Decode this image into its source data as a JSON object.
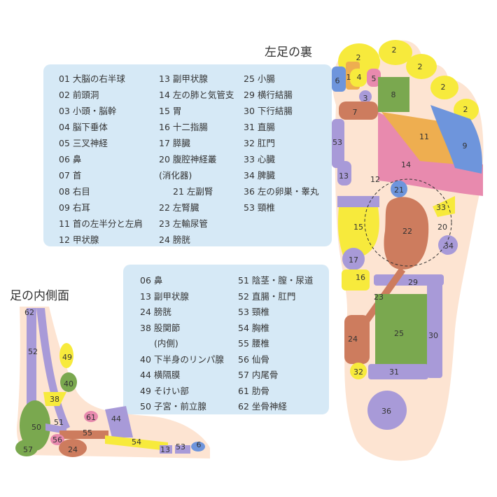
{
  "titles": {
    "sole": "左足の裏",
    "inner": "足の内側面"
  },
  "legend_sole": [
    "01 大脳の右半球",
    "02 前頭洞",
    "03 小頭・脳幹",
    "04 脳下垂体",
    "05 三叉神経",
    "06 鼻",
    "07 首",
    "08 右目",
    "09 右耳",
    "11 首の左半分と左肩",
    "12 甲状腺",
    "13 副甲状腺",
    "14 左の肺と気管支",
    "15 胃",
    "16 十二指腸",
    "17 膵臓",
    "20 腹腔神経叢",
    "(消化器)",
    "21 左副腎",
    "22 左腎臓",
    "23 左輸尿管",
    "24 膀胱",
    "25 小腸",
    "29 横行結腸",
    "30 下行結腸",
    "31 直腸",
    "32 肛門",
    "33 心臓",
    "34 脾臓",
    "36 左の卵巣・睾丸",
    "53 頸椎"
  ],
  "legend_inner": [
    "06 鼻",
    "13 副甲状腺",
    "24 膀胱",
    "38 股関節",
    "(内側)",
    "40 下半身のリンパ腺",
    "44 横隔膜",
    "49 そけい部",
    "50 子宮・前立腺",
    "51 陰茎・膣・尿道",
    "52 直腸・肛門",
    "53 頸椎",
    "54 胸椎",
    "55 腰椎",
    "56 仙骨",
    "57 内尾骨",
    "61 肋骨",
    "62 坐骨神経"
  ],
  "sole_labels": [
    "2",
    "2",
    "2",
    "2",
    "2",
    "6",
    "1",
    "4",
    "5",
    "3",
    "8",
    "7",
    "11",
    "9",
    "14",
    "53",
    "13",
    "12",
    "21",
    "33",
    "15",
    "22",
    "20",
    "34",
    "17",
    "16",
    "29",
    "23",
    "25",
    "24",
    "30",
    "32",
    "31",
    "36"
  ],
  "inner_labels": [
    "62",
    "52",
    "49",
    "40",
    "38",
    "61",
    "44",
    "50",
    "51",
    "55",
    "56",
    "57",
    "54",
    "13",
    "53",
    "6",
    "24"
  ],
  "colors": {
    "legend_bg": "#d6e9f6",
    "skin": "#fde4d2",
    "yellow": "#f7ea3c",
    "purple": "#a89ad8",
    "green": "#7aa84f",
    "blue": "#6e95dc",
    "pink": "#e88aae",
    "orange": "#eeae50",
    "brown": "#cd7c5e"
  }
}
